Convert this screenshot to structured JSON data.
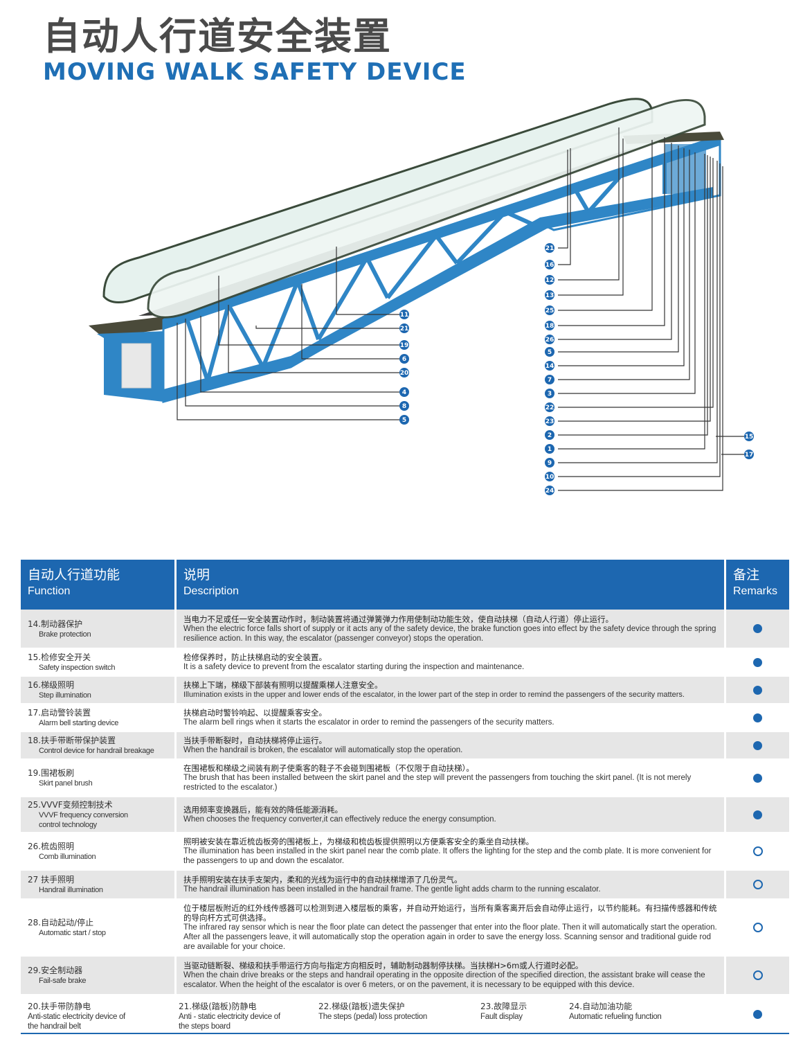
{
  "header": {
    "title_cn": "自动人行道安全装置",
    "title_en": "MOVING WALK SAFETY DEVICE"
  },
  "diagram": {
    "callouts_left": [
      "11",
      "21",
      "19",
      "6",
      "20",
      "4",
      "8",
      "5"
    ],
    "callouts_right": [
      "21",
      "16",
      "12",
      "13",
      "25",
      "18",
      "26",
      "5",
      "14",
      "7",
      "3",
      "22",
      "23",
      "2",
      "1",
      "9",
      "10",
      "24"
    ],
    "callouts_far": [
      "15",
      "17"
    ]
  },
  "colors": {
    "accent": "#1d67b0",
    "truss": "#2f86c6",
    "row_grey": "#e6e6e6"
  },
  "table": {
    "headers": [
      {
        "cn": "自动人行道功能",
        "en": "Function"
      },
      {
        "cn": "说明",
        "en": "Description"
      },
      {
        "cn": "备注",
        "en": "Remarks"
      }
    ],
    "rows": [
      {
        "fn_cn": "14.制动器保护",
        "fn_en": "Brake protection",
        "desc_cn": "当电力不足或任一安全装置动作时，制动装置将通过弹簧弹力作用使制动功能生效，使自动扶梯（自动人行道）停止运行。",
        "desc_en": "When the electric force falls short of supply or it acts any of the safety device, the brake function goes into effect by the safety device through the spring resilience action. In this way, the escalator (passenger conveyor) stops the operation.",
        "remark": "filled"
      },
      {
        "fn_cn": "15.检修安全开关",
        "fn_en": "Safety inspection switch",
        "desc_cn": "检修保养时，防止扶梯启动的安全装置。",
        "desc_en": "It is a safety device to prevent from the escalator starting during the inspection and maintenance.",
        "remark": "filled"
      },
      {
        "fn_cn": "16.梯级照明",
        "fn_en": "Step illumination",
        "desc_cn": "扶梯上下端，梯级下部装有照明以提醒乘梯人注意安全。",
        "desc_en": "Illumination exists in the upper and lower ends of the escalator, in the lower part of the step in order to remind the passengers of the security matters.",
        "remark": "filled"
      },
      {
        "fn_cn": "17.启动警铃装置",
        "fn_en": "Alarm bell starting device",
        "desc_cn": "扶梯启动时警铃响起、以提醒乘客安全。",
        "desc_en": "The alarm bell rings when it starts the escalator in order to remind the passengers of the security matters.",
        "remark": "filled"
      },
      {
        "fn_cn": "18.扶手带断带保护装置",
        "fn_en": "Control device for handrail breakage",
        "desc_cn": "当扶手带断裂时，自动扶梯将停止运行。",
        "desc_en": "When the handrail is broken, the escalator will automatically stop the operation.",
        "remark": "filled"
      },
      {
        "fn_cn": "19.围裙板刷",
        "fn_en": "Skirt panel brush",
        "desc_cn": "在围裙板和梯级之间装有刷子使乘客的鞋子不会碰到围裙板（不仅限于自动扶梯）。",
        "desc_en": "The brush that has been installed between the skirt panel and the step will prevent the passengers from touching the skirt panel. (It is not merely restricted to the escalator.)",
        "remark": "filled"
      },
      {
        "fn_cn": "25.VVVF变频控制技术",
        "fn_en": "VVVF frequency conversion control technology",
        "desc_cn": "选用频率变换器后，能有效的降低能源消耗。",
        "desc_en": "When chooses the frequency converter,it can effectively reduce the energy consumption.",
        "remark": "filled"
      },
      {
        "fn_cn": "26.梳齿照明",
        "fn_en": "Comb illumination",
        "desc_cn": "照明被安装在靠近梳齿板旁的围裙板上，为梯级和梳齿板提供照明以方便乘客安全的乘坐自动扶梯。",
        "desc_en": "The illumination has been installed in the skirt panel near the comb plate.  It offers the lighting for the step and the comb plate. It is more convenient for the passengers to up and down the escalator.",
        "remark": "hollow"
      },
      {
        "fn_cn": "27 扶手照明",
        "fn_en": "Handrail illumination",
        "desc_cn": "扶手照明安装在扶手支架内，柔和的光线为运行中的自动扶梯增添了几份灵气。",
        "desc_en": "The handrail illumination has been installed in the handrail frame.  The gentle light adds charm to the running escalator.",
        "remark": "hollow"
      },
      {
        "fn_cn": "28.自动起动/停止",
        "fn_en": "Automatic start / stop",
        "desc_cn": "位于楼层板附近的红外线传感器可以检测到进入楼层板的乘客，并自动开始运行，当所有乘客离开后会自动停止运行，以节约能耗。有扫描传感器和传统的导向杆方式可供选择。",
        "desc_en": "The infrared ray sensor which is near the floor plate can detect the passenger that enter into the floor plate.  Then it will automatically start the operation. After all the passengers leave, it will automatically stop the operation again in order to save the energy loss.  Scanning sensor and traditional guide rod are available for your choice.",
        "remark": "hollow"
      },
      {
        "fn_cn": "29.安全制动器",
        "fn_en": "Fail-safe brake",
        "desc_cn": "当驱动链断裂、梯级和扶手带运行方向与指定方向相反时，辅助制动器制停扶梯。当扶梯H>6m或人行道时必配。",
        "desc_en": "When the chain drive breaks or the steps and handrail operating in the opposite direction of the specified direction, the assistant brake will cease the escalator. When the height of the escalator is over 6 meters, or on the pavement, it is necessary to be equipped with this device.",
        "remark": "hollow"
      }
    ],
    "last_row": [
      {
        "cn": "20.扶手带防静电",
        "en": "Anti-static electricity device of the handrail belt"
      },
      {
        "cn": "21.梯级(踏板)防静电",
        "en": "Anti - static electricity device of the steps board"
      },
      {
        "cn": "22.梯级(踏板)遗失保护",
        "en": "The steps (pedal) loss protection"
      },
      {
        "cn": "23.故障显示",
        "en": "Fault display"
      },
      {
        "cn": "24.自动加油功能",
        "en": "Automatic refueling function"
      }
    ],
    "last_row_remark": "filled"
  }
}
